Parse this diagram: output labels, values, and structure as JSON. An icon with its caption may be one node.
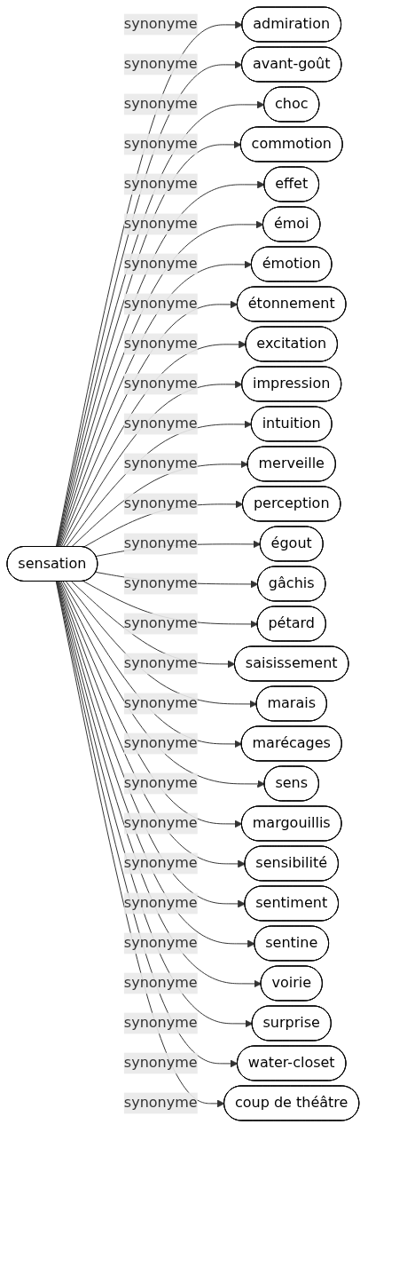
{
  "diagram": {
    "nodes": [
      {
        "text": [
          "sensation"
        ]
      },
      {
        "text": [
          "admiration"
        ]
      },
      {
        "text": [
          "avant-goût"
        ]
      },
      {
        "text": [
          "choc"
        ]
      },
      {
        "text": [
          "commotion"
        ]
      },
      {
        "text": [
          "effet"
        ]
      },
      {
        "text": [
          "émoi"
        ]
      },
      {
        "text": [
          "émotion"
        ]
      },
      {
        "text": [
          "étonnement"
        ]
      },
      {
        "text": [
          "excitation"
        ]
      },
      {
        "text": [
          "impression"
        ]
      },
      {
        "text": [
          "intuition"
        ]
      },
      {
        "text": [
          "merveille"
        ]
      },
      {
        "text": [
          "perception"
        ]
      },
      {
        "text": [
          "égout"
        ]
      },
      {
        "text": [
          "gâchis"
        ]
      },
      {
        "text": [
          "pétard"
        ]
      },
      {
        "text": [
          "saisissement"
        ]
      },
      {
        "text": [
          "marais"
        ]
      },
      {
        "text": [
          "marécages"
        ]
      },
      {
        "text": [
          "sens"
        ]
      },
      {
        "text": [
          "margouillis"
        ]
      },
      {
        "text": [
          "sensibilité"
        ]
      },
      {
        "text": [
          "sentiment"
        ]
      },
      {
        "text": [
          "sentine"
        ]
      },
      {
        "text": [
          "voirie"
        ]
      },
      {
        "text": [
          "surprise"
        ]
      },
      {
        "text": [
          "water-closet"
        ]
      },
      {
        "text": [
          "coup de théâtre"
        ]
      }
    ],
    "edges": [
      {
        "from": 0,
        "to": 1,
        "arrow": "to",
        "label": "synonyme"
      },
      {
        "from": 0,
        "to": 2,
        "arrow": "to",
        "label": "synonyme"
      },
      {
        "from": 0,
        "to": 3,
        "arrow": "to",
        "label": "synonyme"
      },
      {
        "from": 0,
        "to": 4,
        "arrow": "to",
        "label": "synonyme"
      },
      {
        "from": 0,
        "to": 5,
        "arrow": "to",
        "label": "synonyme"
      },
      {
        "from": 0,
        "to": 6,
        "arrow": "to",
        "label": "synonyme"
      },
      {
        "from": 0,
        "to": 7,
        "arrow": "to",
        "label": "synonyme"
      },
      {
        "from": 0,
        "to": 8,
        "arrow": "to",
        "label": "synonyme"
      },
      {
        "from": 0,
        "to": 9,
        "arrow": "to",
        "label": "synonyme"
      },
      {
        "from": 0,
        "to": 10,
        "arrow": "to",
        "label": "synonyme"
      },
      {
        "from": 0,
        "to": 11,
        "arrow": "to",
        "label": "synonyme"
      },
      {
        "from": 0,
        "to": 12,
        "arrow": "to",
        "label": "synonyme"
      },
      {
        "from": 0,
        "to": 13,
        "arrow": "to",
        "label": "synonyme"
      },
      {
        "from": 0,
        "to": 14,
        "arrow": "to",
        "label": "synonyme"
      },
      {
        "from": 0,
        "to": 15,
        "arrow": "to",
        "label": "synonyme"
      },
      {
        "from": 0,
        "to": 16,
        "arrow": "to",
        "label": "synonyme"
      },
      {
        "from": 0,
        "to": 17,
        "arrow": "to",
        "label": "synonyme"
      },
      {
        "from": 0,
        "to": 18,
        "arrow": "to",
        "label": "synonyme"
      },
      {
        "from": 0,
        "to": 19,
        "arrow": "to",
        "label": "synonyme"
      },
      {
        "from": 0,
        "to": 20,
        "arrow": "to",
        "label": "synonyme"
      },
      {
        "from": 0,
        "to": 21,
        "arrow": "to",
        "label": "synonyme"
      },
      {
        "from": 0,
        "to": 22,
        "arrow": "to",
        "label": "synonyme"
      },
      {
        "from": 0,
        "to": 23,
        "arrow": "to",
        "label": "synonyme"
      },
      {
        "from": 0,
        "to": 24,
        "arrow": "to",
        "label": "synonyme"
      },
      {
        "from": 0,
        "to": 25,
        "arrow": "to",
        "label": "synonyme"
      },
      {
        "from": 0,
        "to": 26,
        "arrow": "to",
        "label": "synonyme"
      },
      {
        "from": 0,
        "to": 27,
        "arrow": "to",
        "label": "synonyme"
      },
      {
        "from": 0,
        "to": 28,
        "arrow": "to",
        "label": "synonyme"
      }
    ]
  }
}
